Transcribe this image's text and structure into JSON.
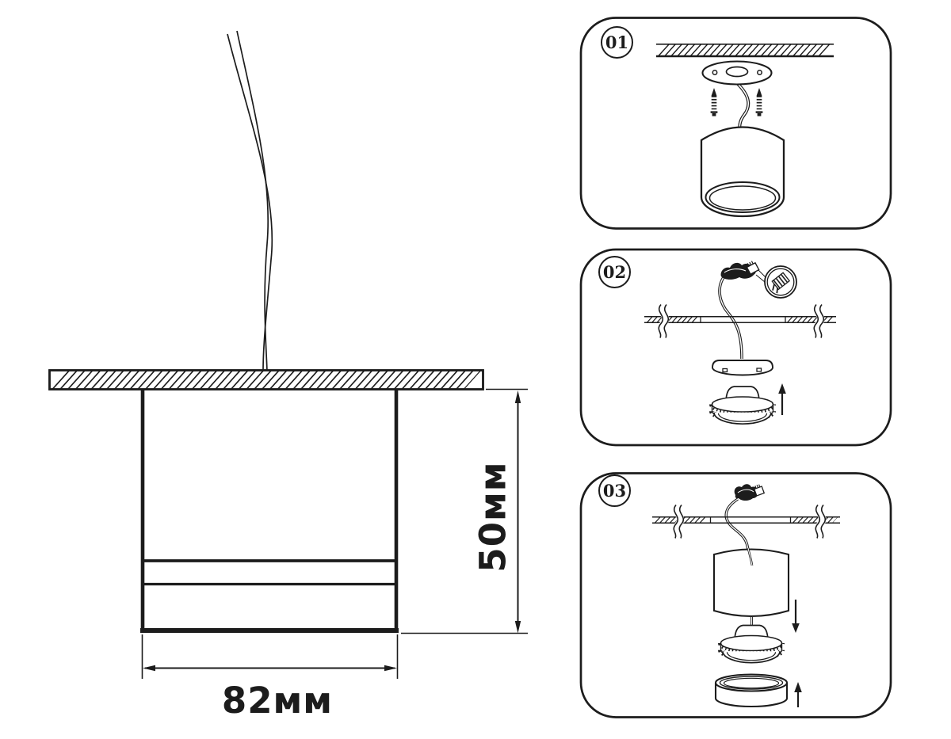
{
  "colors": {
    "ink": "#1c1c1c",
    "background": "#ffffff"
  },
  "drawing": {
    "width_label": "82мм",
    "height_label": "50мм"
  },
  "steps": [
    {
      "number": "01"
    },
    {
      "number": "02"
    },
    {
      "number": "03"
    }
  ]
}
